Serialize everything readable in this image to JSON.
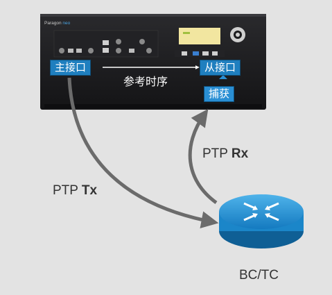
{
  "device": {
    "brand_name": "Paragon",
    "brand_model": "neo"
  },
  "labels": {
    "master_port": "主接口",
    "slave_port": "从接口",
    "reference_timing": "参考时序",
    "capture": "捕获"
  },
  "links": {
    "tx_prefix": "PTP ",
    "tx_suffix": "Tx",
    "rx_prefix": "PTP ",
    "rx_suffix": "Rx"
  },
  "node": {
    "name": "BC/TC"
  },
  "colors": {
    "background": "#e3e3e3",
    "device_body": "#1b1b1d",
    "tag_blue": "#1f7fbf",
    "arrow_gray": "#6b6b6b",
    "router_blue": "#1b8fd2"
  },
  "icons": {
    "router": "router-icon",
    "network_ports": "network-port-icon",
    "gear": "gear-icon"
  }
}
